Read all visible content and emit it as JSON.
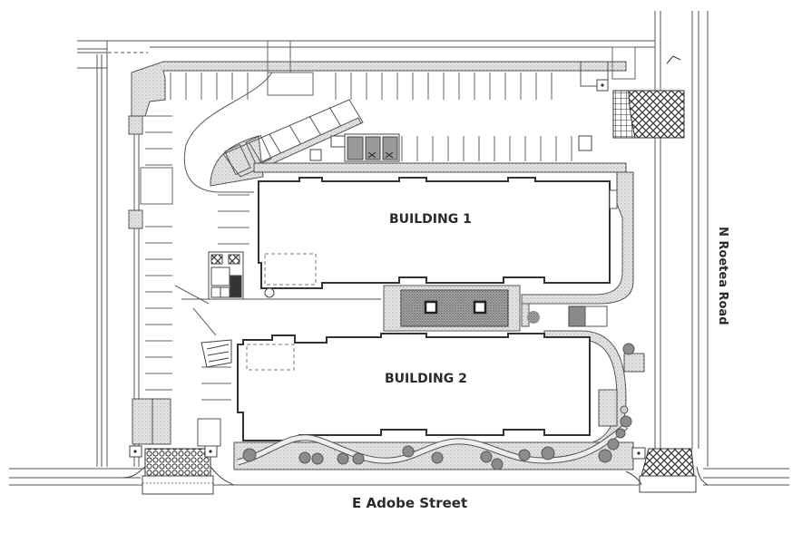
{
  "diagram": {
    "type": "site-plan",
    "buildings": [
      {
        "id": "building-1",
        "label": "BUILDING 1"
      },
      {
        "id": "building-2",
        "label": "BUILDING 2"
      }
    ],
    "streets": {
      "south": "E Adobe Street",
      "east": "N Roetea Road"
    },
    "features": [
      "surface-parking-north",
      "surface-parking-west",
      "angled-parking-stalls",
      "trash-enclosures",
      "courtyard-with-planters",
      "curving-walkway",
      "landscaped-trees",
      "driveway-entries"
    ],
    "colors": {
      "line": "#4a4a4a",
      "fill_stipple": "#d9d9d9",
      "fill_dark": "#6f6f6f",
      "background": "#ffffff"
    }
  }
}
